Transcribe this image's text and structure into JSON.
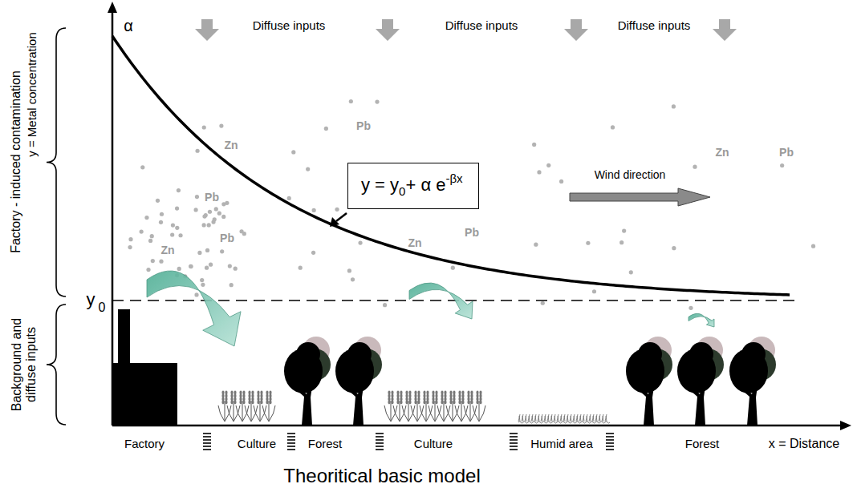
{
  "diagram": {
    "caption": "Theoritical basic model",
    "nodes": [
      {
        "text": [
          "y = y",
          "0",
          "+ α e",
          "-βx"
        ]
      }
    ],
    "edges": [],
    "labels": [
      "α",
      "Diffuse inputs",
      "Diffuse inputs",
      "Diffuse inputs",
      "y = Metal concentration",
      "Factory - induced contamination",
      "Background and diffuse inputs",
      "y",
      "0",
      "Zn",
      "Pb",
      "Pb",
      "Pb",
      "Zn",
      "Zn",
      "Pb",
      "Zn",
      "Pb",
      "Wind direction",
      "Factory",
      "Culture",
      "Forest",
      "Culture",
      "Humid area",
      "Forest",
      "x = Distance"
    ]
  }
}
